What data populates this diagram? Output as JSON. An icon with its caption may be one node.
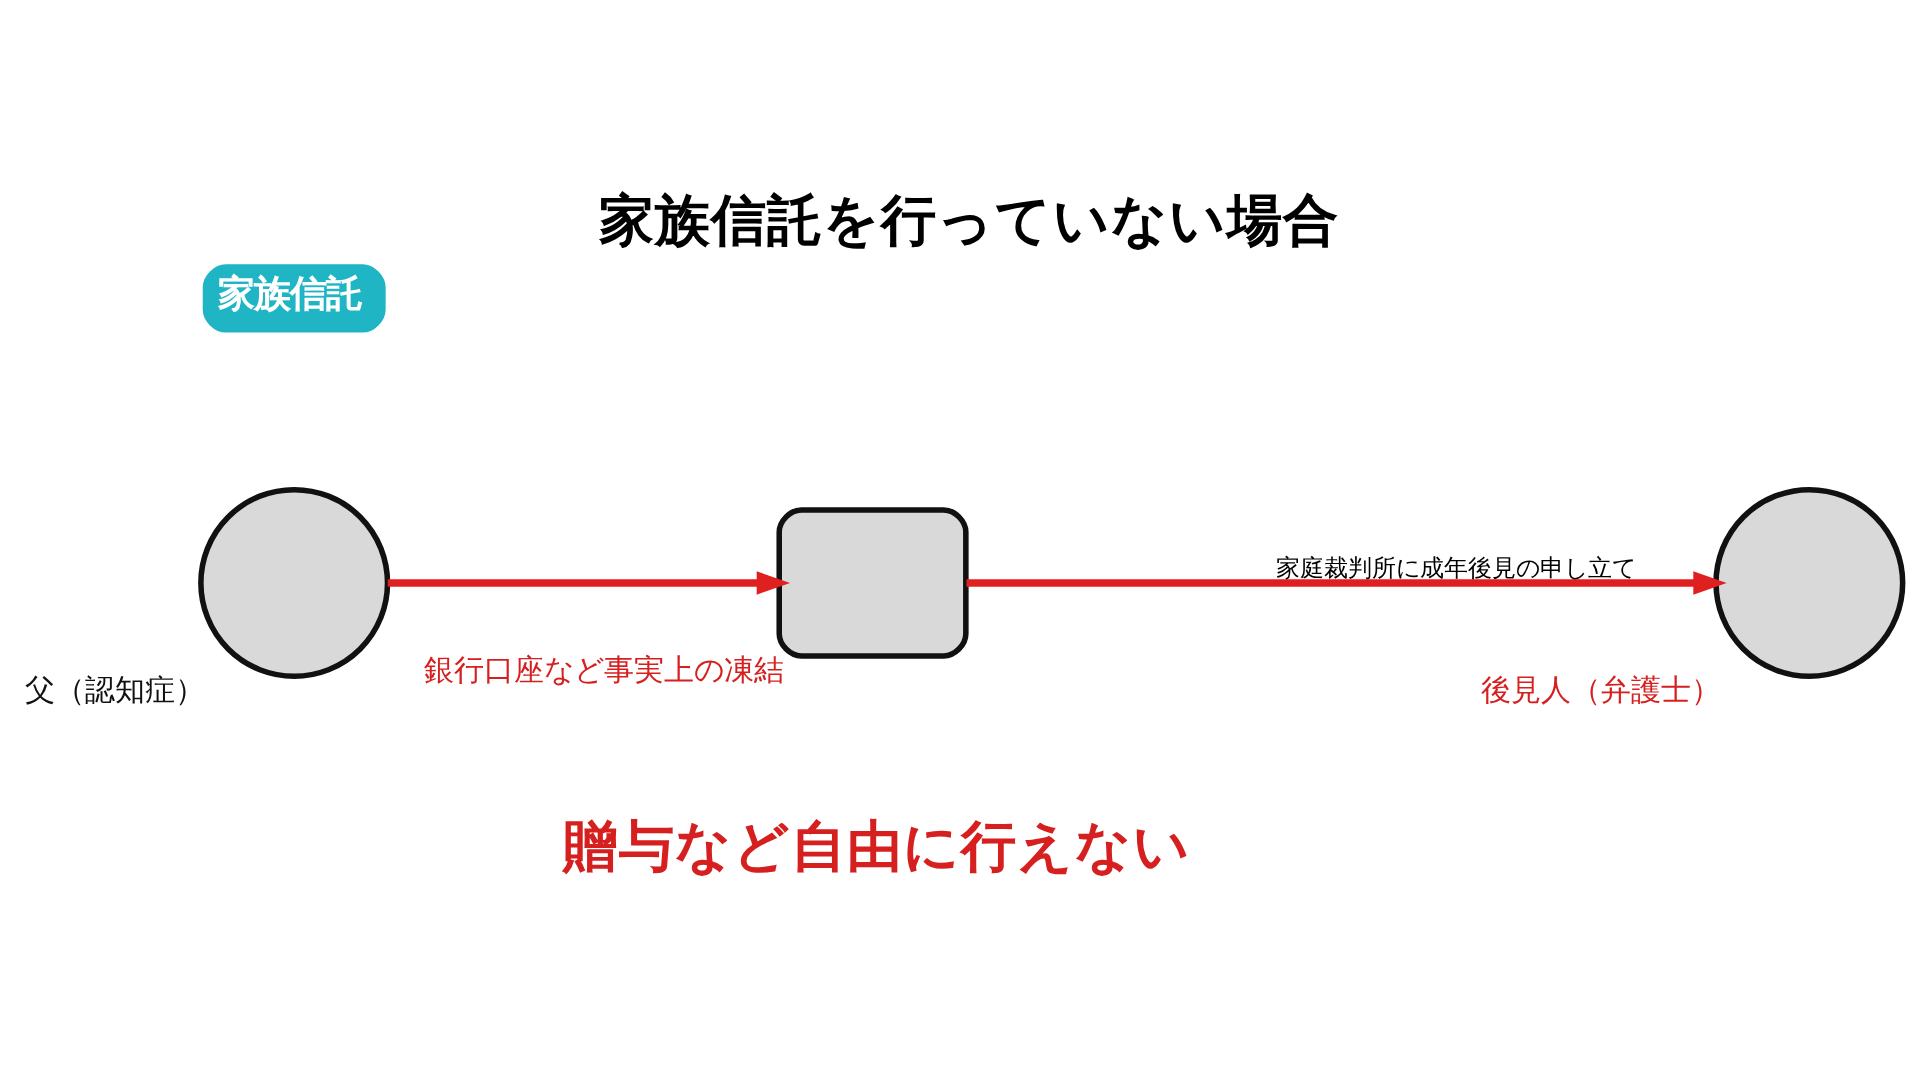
{
  "diagram": {
    "title": "家族信託を行っていない場合",
    "nodes": [
      {
        "text": [],
        "shape": "circle",
        "beside": [
          "父（認知症）"
        ]
      },
      {
        "text": [],
        "shape": "box",
        "beside": [
          "銀行口座など事実上の凍結"
        ]
      },
      {
        "text": [],
        "shape": "circle",
        "beside": [
          "後見人（弁護士）"
        ]
      }
    ],
    "edges": [
      {
        "from": 0,
        "to": 1,
        "arrow": "to"
      },
      {
        "from": 1,
        "to": 2,
        "arrow": "to",
        "label": "家庭裁判所に成年後見の申し立て"
      }
    ],
    "labels": [
      "家族信託",
      "贈与など自由に行えない"
    ]
  }
}
